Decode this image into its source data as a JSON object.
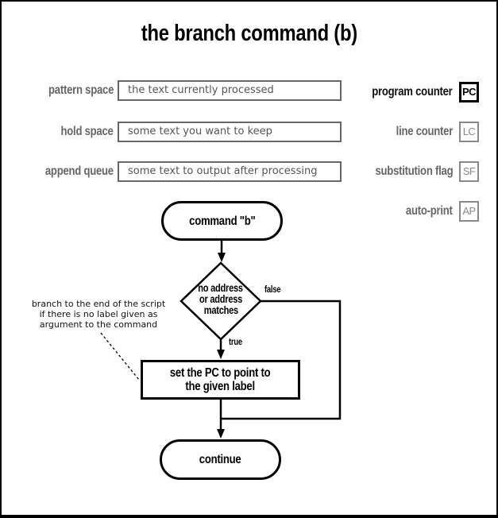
{
  "title": "the branch command (b)",
  "registers_left": [
    {
      "label": "pattern space",
      "value": "the text currently processed"
    },
    {
      "label": "hold space",
      "value": "some text you want to keep"
    },
    {
      "label": "append queue",
      "value": "some text to output after processing"
    }
  ],
  "registers_right": [
    {
      "label": "program counter",
      "abbr": "PC"
    },
    {
      "label": "line counter",
      "abbr": "LC"
    },
    {
      "label": "substitution flag",
      "abbr": "SF"
    },
    {
      "label": "auto-print",
      "abbr": "AP"
    }
  ],
  "flowchart": {
    "start": "command \"b\"",
    "decision": {
      "lines": [
        "no address",
        "or address",
        "matches"
      ],
      "false_label": "false",
      "true_label": "true"
    },
    "action": {
      "lines": [
        "set the PC to point to",
        "the given label"
      ]
    },
    "end": "continue",
    "annotation": {
      "lines": [
        "branch to the end of the script",
        "if there is no label given as",
        "argument to the command"
      ]
    }
  },
  "colors": {
    "line_black": "#000000",
    "muted_gray": "#666666",
    "active_black": "#111111"
  }
}
